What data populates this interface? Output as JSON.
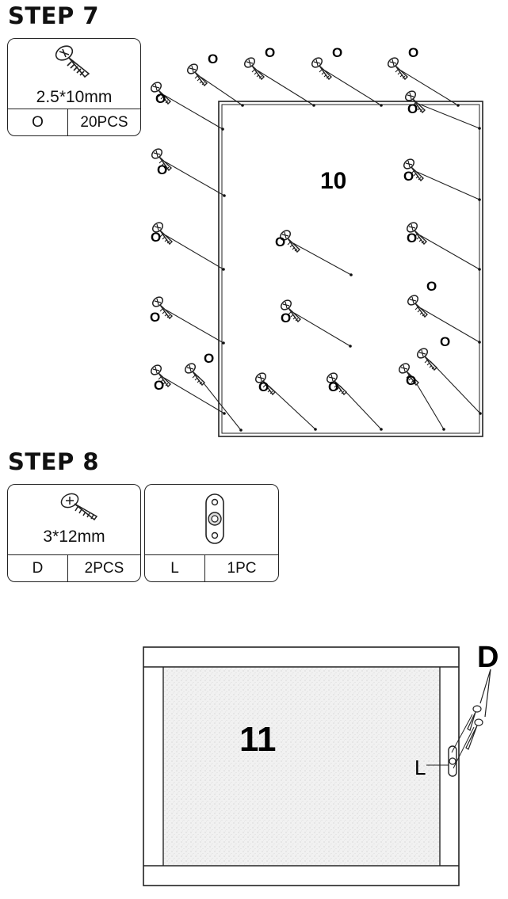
{
  "step7": {
    "title": "STEP 7",
    "part": {
      "size": "2.5*10mm",
      "code": "O",
      "qty": "20PCS",
      "icon": "screw-icon"
    },
    "panel_label": "10"
  },
  "step8": {
    "title": "STEP 8",
    "screw": {
      "size": "3*12mm",
      "code": "D",
      "qty": "2PCS",
      "icon": "screw-icon"
    },
    "bracket": {
      "code": "L",
      "qty": "1PC",
      "icon": "hanging-bracket-icon"
    },
    "panel_label": "11",
    "callout_d": "D",
    "callout_l": "L"
  }
}
